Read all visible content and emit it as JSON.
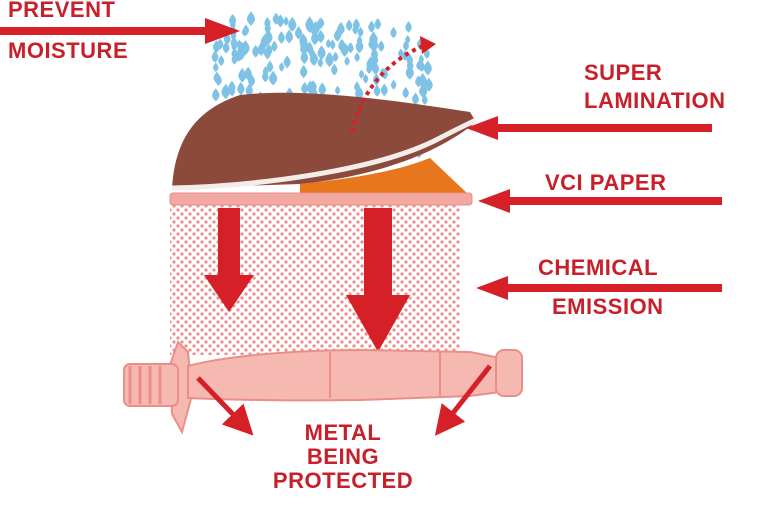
{
  "labels": {
    "prevent_line1": "PREVENT",
    "prevent_line2": "MOISTURE",
    "super_line1": "SUPER",
    "super_line2": "LAMINATION",
    "vci_paper": "VCI PAPER",
    "chemical_line1": "CHEMICAL",
    "chemical_line2": "EMISSION",
    "metal_line1": "METAL",
    "metal_line2": "BEING",
    "metal_line3": "PROTECTED"
  },
  "colors": {
    "label_red": "#c8202a",
    "arrow_red": "#d42026",
    "droplet_blue": "#7ec3e6",
    "lamination_brown": "#8b4a3c",
    "vci_orange": "#e8761c",
    "vci_strip_pink": "#f2a7a0",
    "emission_dots": "#f08c8c",
    "metal_pink": "#f6b9b2"
  }
}
